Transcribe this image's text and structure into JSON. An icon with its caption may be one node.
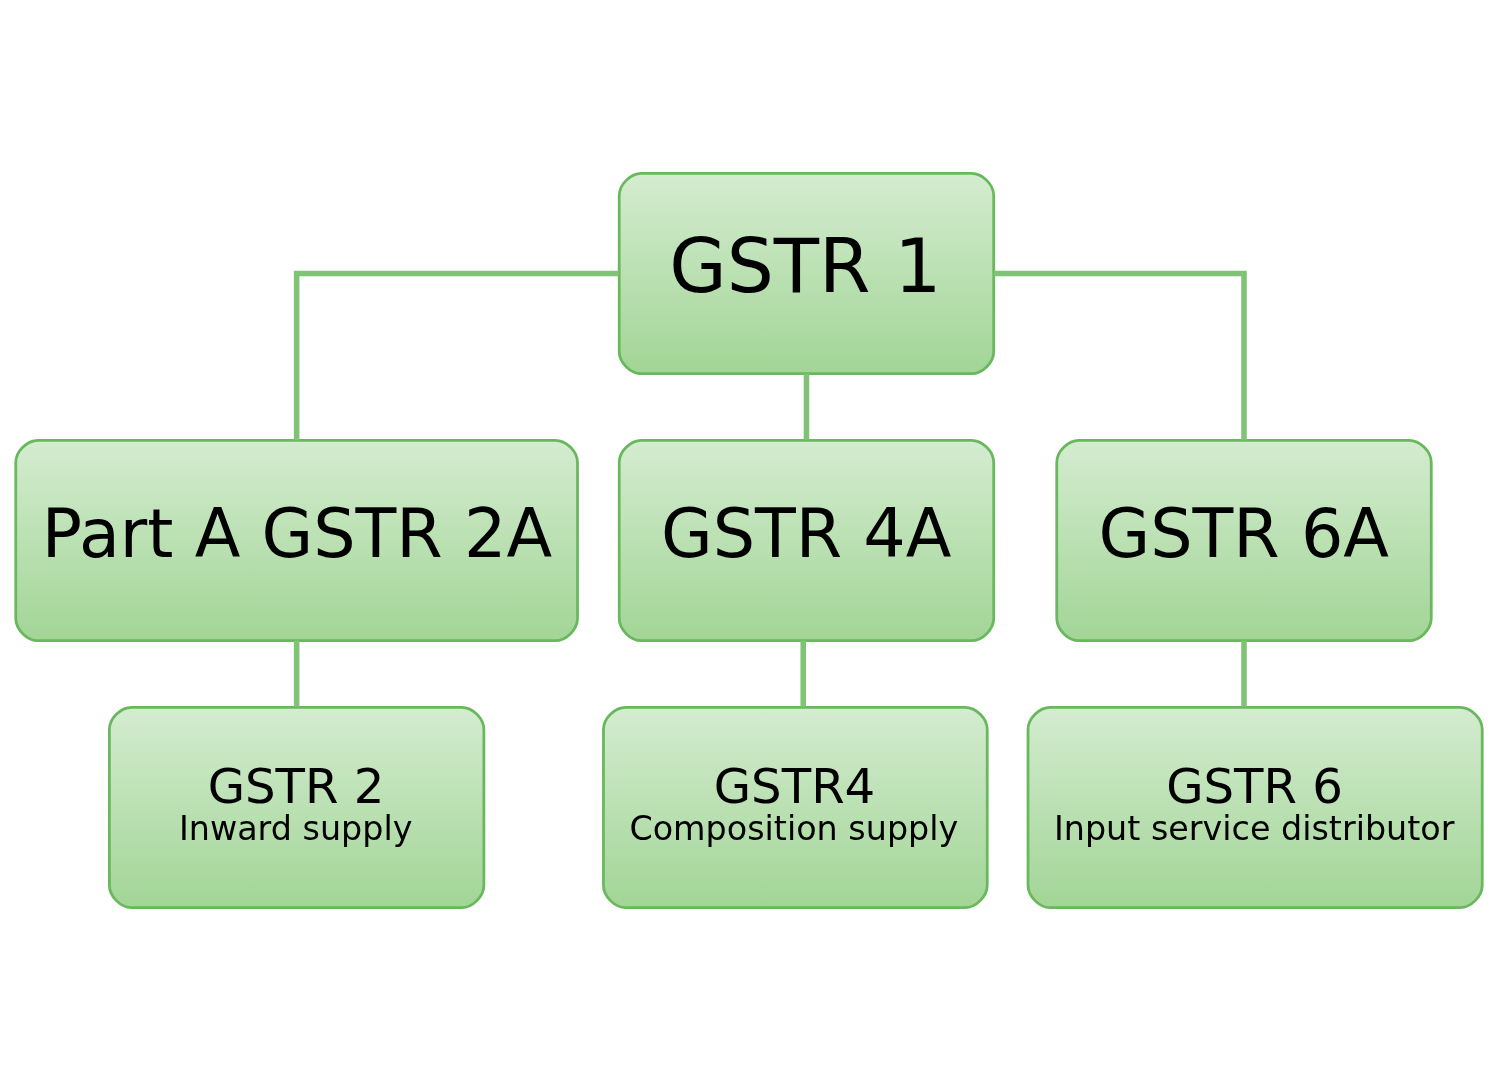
{
  "diagram": {
    "nodes": [
      {
        "text": [
          "GSTR 1"
        ]
      },
      {
        "text": [
          "Part A GSTR 2A"
        ]
      },
      {
        "text": [
          "GSTR 4A"
        ]
      },
      {
        "text": [
          "GSTR 6A"
        ]
      },
      {
        "text": [
          "GSTR 2",
          "Inward supply"
        ]
      },
      {
        "text": [
          "GSTR4",
          "Composition supply"
        ]
      },
      {
        "text": [
          "GSTR 6",
          "Input service distributor"
        ]
      }
    ],
    "edges": [
      {
        "from": 0,
        "to": 1,
        "arrow": "none"
      },
      {
        "from": 0,
        "to": 2,
        "arrow": "none"
      },
      {
        "from": 0,
        "to": 3,
        "arrow": "none"
      },
      {
        "from": 1,
        "to": 4,
        "arrow": "none"
      },
      {
        "from": 2,
        "to": 5,
        "arrow": "none"
      },
      {
        "from": 3,
        "to": 6,
        "arrow": "none"
      }
    ]
  }
}
